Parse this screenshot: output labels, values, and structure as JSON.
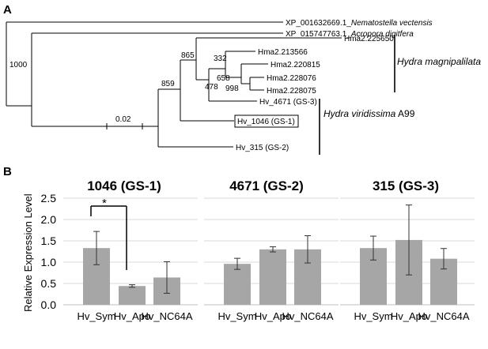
{
  "panel_a": {
    "label": "A",
    "taxa": [
      {
        "id": "XP_001632669.1_",
        "species": "Nematostella vectensis"
      },
      {
        "id": "XP_015747763.1_",
        "species": "Acropora digitfera"
      },
      {
        "id": "Hma2.225650"
      },
      {
        "id": "Hma2.213566"
      },
      {
        "id": "Hma2.220815"
      },
      {
        "id": "Hma2.228076"
      },
      {
        "id": "Hma2.228075"
      },
      {
        "id": "Hv_4671 (GS-3)"
      },
      {
        "id": "Hv_1046 (GS-1)"
      },
      {
        "id": "Hv_315 (GS-2)"
      }
    ],
    "bootstrap": [
      "1000",
      "865",
      "332",
      "859",
      "658",
      "478",
      "998"
    ],
    "clades": {
      "magnipapillata": "Hydra magnipalilata",
      "viridissima_ital": "Hydra viridissima",
      "viridissima_strain": " A99"
    },
    "scale_bar": "0.02"
  },
  "panel_b": {
    "label": "B",
    "ylabel": "Relative Expression Level",
    "significance": "*"
  },
  "chart_data": [
    {
      "type": "bar",
      "title": "1046 (GS-1)",
      "categories": [
        "Hv_Sym",
        "Hv_Apo",
        "Hv_NC64A"
      ],
      "values": [
        1.33,
        0.44,
        0.64
      ],
      "errors": [
        0.39,
        0.03,
        0.37
      ],
      "ylim": [
        0,
        2.5
      ],
      "yticks": [
        "0.0",
        "0.5",
        "1.0",
        "1.5",
        "2.0",
        "2.5"
      ],
      "xlabel": "",
      "ylabel": "Relative Expression Level",
      "grid": true,
      "bar_color": "#a6a6a6"
    },
    {
      "type": "bar",
      "title": "4671 (GS-2)",
      "categories": [
        "Hv_Sym",
        "Hv_Apo",
        "Hv_NC64A"
      ],
      "values": [
        0.96,
        1.3,
        1.3
      ],
      "errors": [
        0.13,
        0.06,
        0.32
      ],
      "ylim": [
        0,
        2.5
      ],
      "xlabel": "",
      "ylabel": "",
      "grid": true,
      "bar_color": "#a6a6a6"
    },
    {
      "type": "bar",
      "title": "315 (GS-3)",
      "categories": [
        "Hv_Sym",
        "Hv_Apo",
        "Hv_NC64A"
      ],
      "values": [
        1.33,
        1.52,
        1.08
      ],
      "errors": [
        0.28,
        0.82,
        0.24
      ],
      "ylim": [
        0,
        2.5
      ],
      "xlabel": "",
      "ylabel": "",
      "grid": true,
      "bar_color": "#a6a6a6"
    }
  ]
}
